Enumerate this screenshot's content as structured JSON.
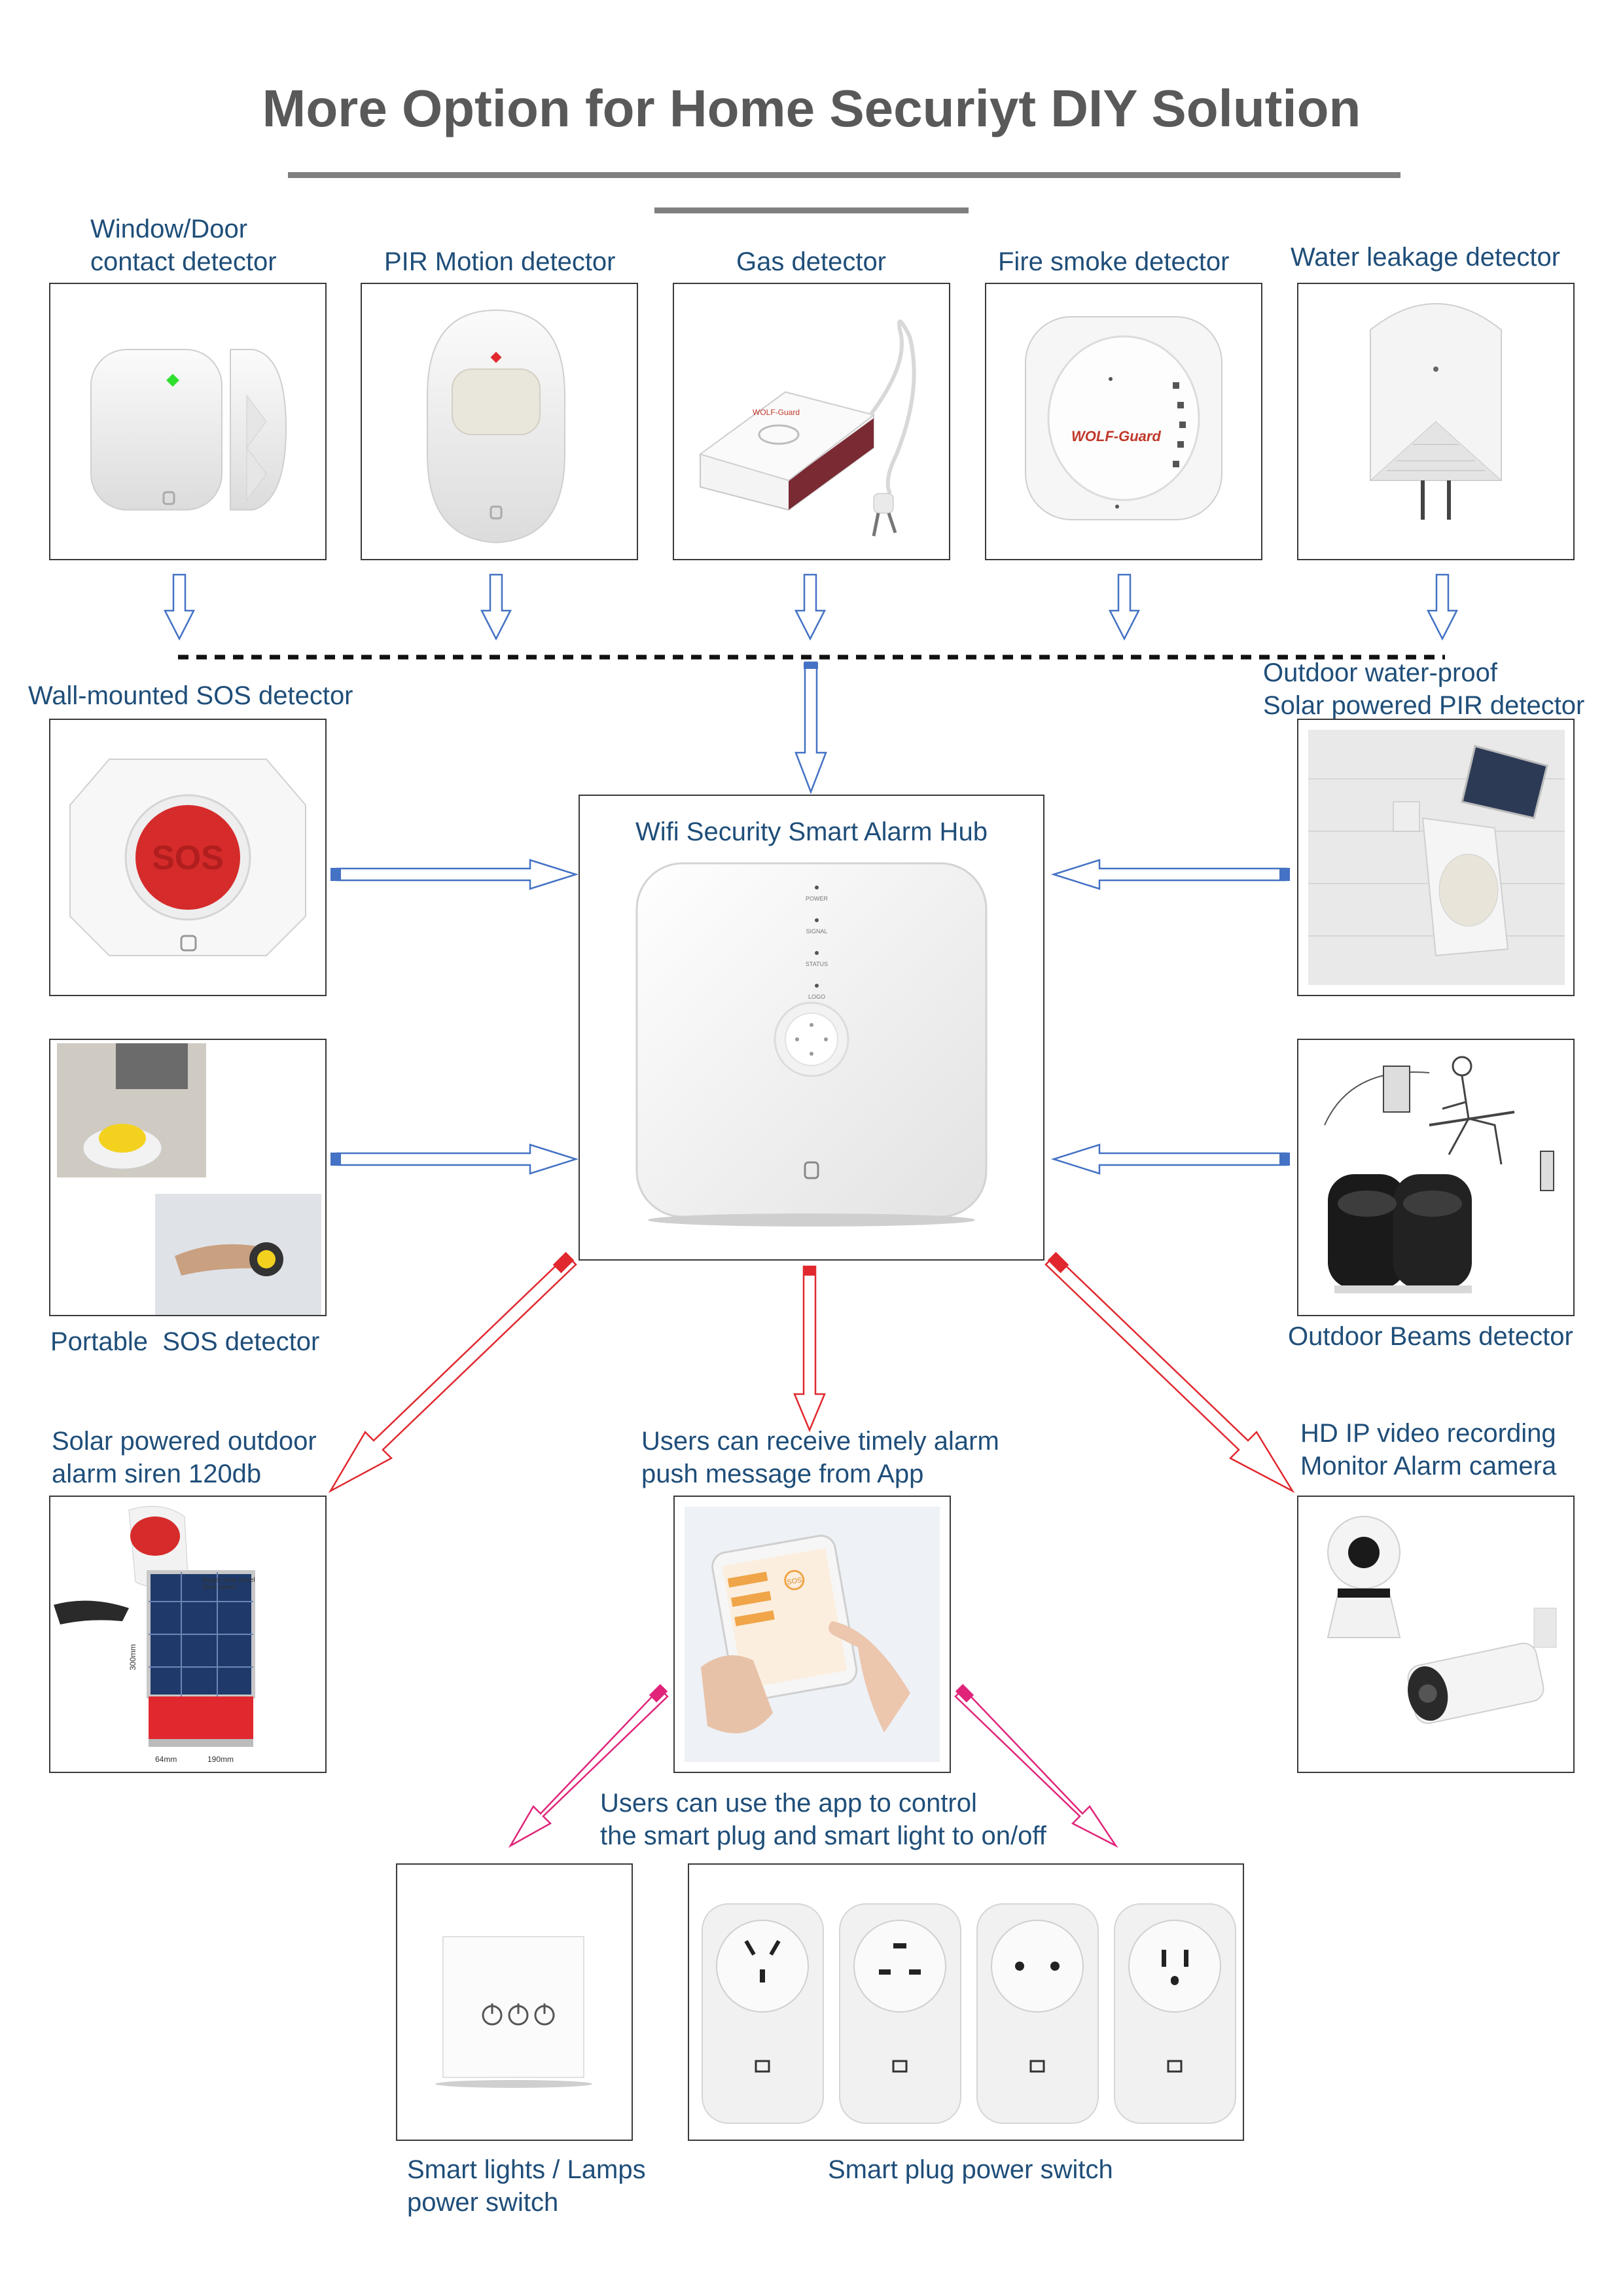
{
  "title": "More Option for Home Securiyt DIY Solution",
  "hub": {
    "label": "Wifi Security Smart Alarm Hub",
    "led_labels": [
      "POWER",
      "SIGNAL",
      "STATUS",
      "LOGO"
    ]
  },
  "sensors_top": [
    {
      "id": "door",
      "label": "Window/Door\ncontact detector"
    },
    {
      "id": "pir",
      "label": "PIR Motion detector"
    },
    {
      "id": "gas",
      "label": "Gas detector",
      "brand": "WOLF-Guard"
    },
    {
      "id": "smoke",
      "label": "Fire smoke detector",
      "brand": "WOLF-Guard"
    },
    {
      "id": "water",
      "label": "Water leakage detector"
    }
  ],
  "sensors_side": {
    "wall_sos": {
      "label": "Wall-mounted SOS detector",
      "button_text": "SOS"
    },
    "portable_sos": {
      "label": "Portable  SOS detector"
    },
    "solar_pir": {
      "label": "Outdoor water-proof\nSolar powered PIR detector"
    },
    "beams": {
      "label": "Outdoor Beams detector"
    }
  },
  "outputs": {
    "siren": {
      "label": "Solar powered outdoor\nalarm siren 120db",
      "dims": [
        "300mm",
        "64mm",
        "190mm"
      ],
      "panel_note": "Bigger solar panel\nMore power"
    },
    "app": {
      "label": "Users can receive timely alarm\npush message from App",
      "screen_text": "SOS"
    },
    "camera": {
      "label": "HD IP video recording\nMonitor Alarm camera"
    }
  },
  "control_note": "Users can use the app to control\nthe smart plug and smart light to on/off",
  "devices": {
    "lights": {
      "label": "Smart lights / Lamps\npower switch"
    },
    "plugs": {
      "label": "Smart plug power switch"
    }
  },
  "colors": {
    "title": "#595959",
    "label": "#1f4e79",
    "blue_arrow": "#4472c4",
    "red_arrow": "#e0282e",
    "pink_arrow": "#e0247a",
    "sos_red": "#d62b2b"
  }
}
